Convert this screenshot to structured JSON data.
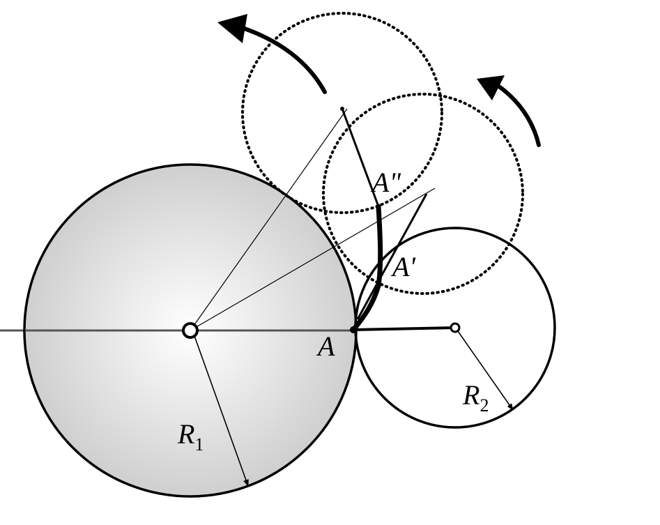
{
  "colors": {
    "stroke": "#000000",
    "axis": "#555555",
    "fill_center": "#ffffff",
    "fill_edge": "#cfcfcf",
    "background": "#ffffff"
  },
  "labels": {
    "point_a": "A",
    "point_a1": "A'",
    "point_a2": "A\"",
    "r1_base": "R",
    "r1_sub": "1",
    "r2_base": "R",
    "r2_sub": "2"
  }
}
